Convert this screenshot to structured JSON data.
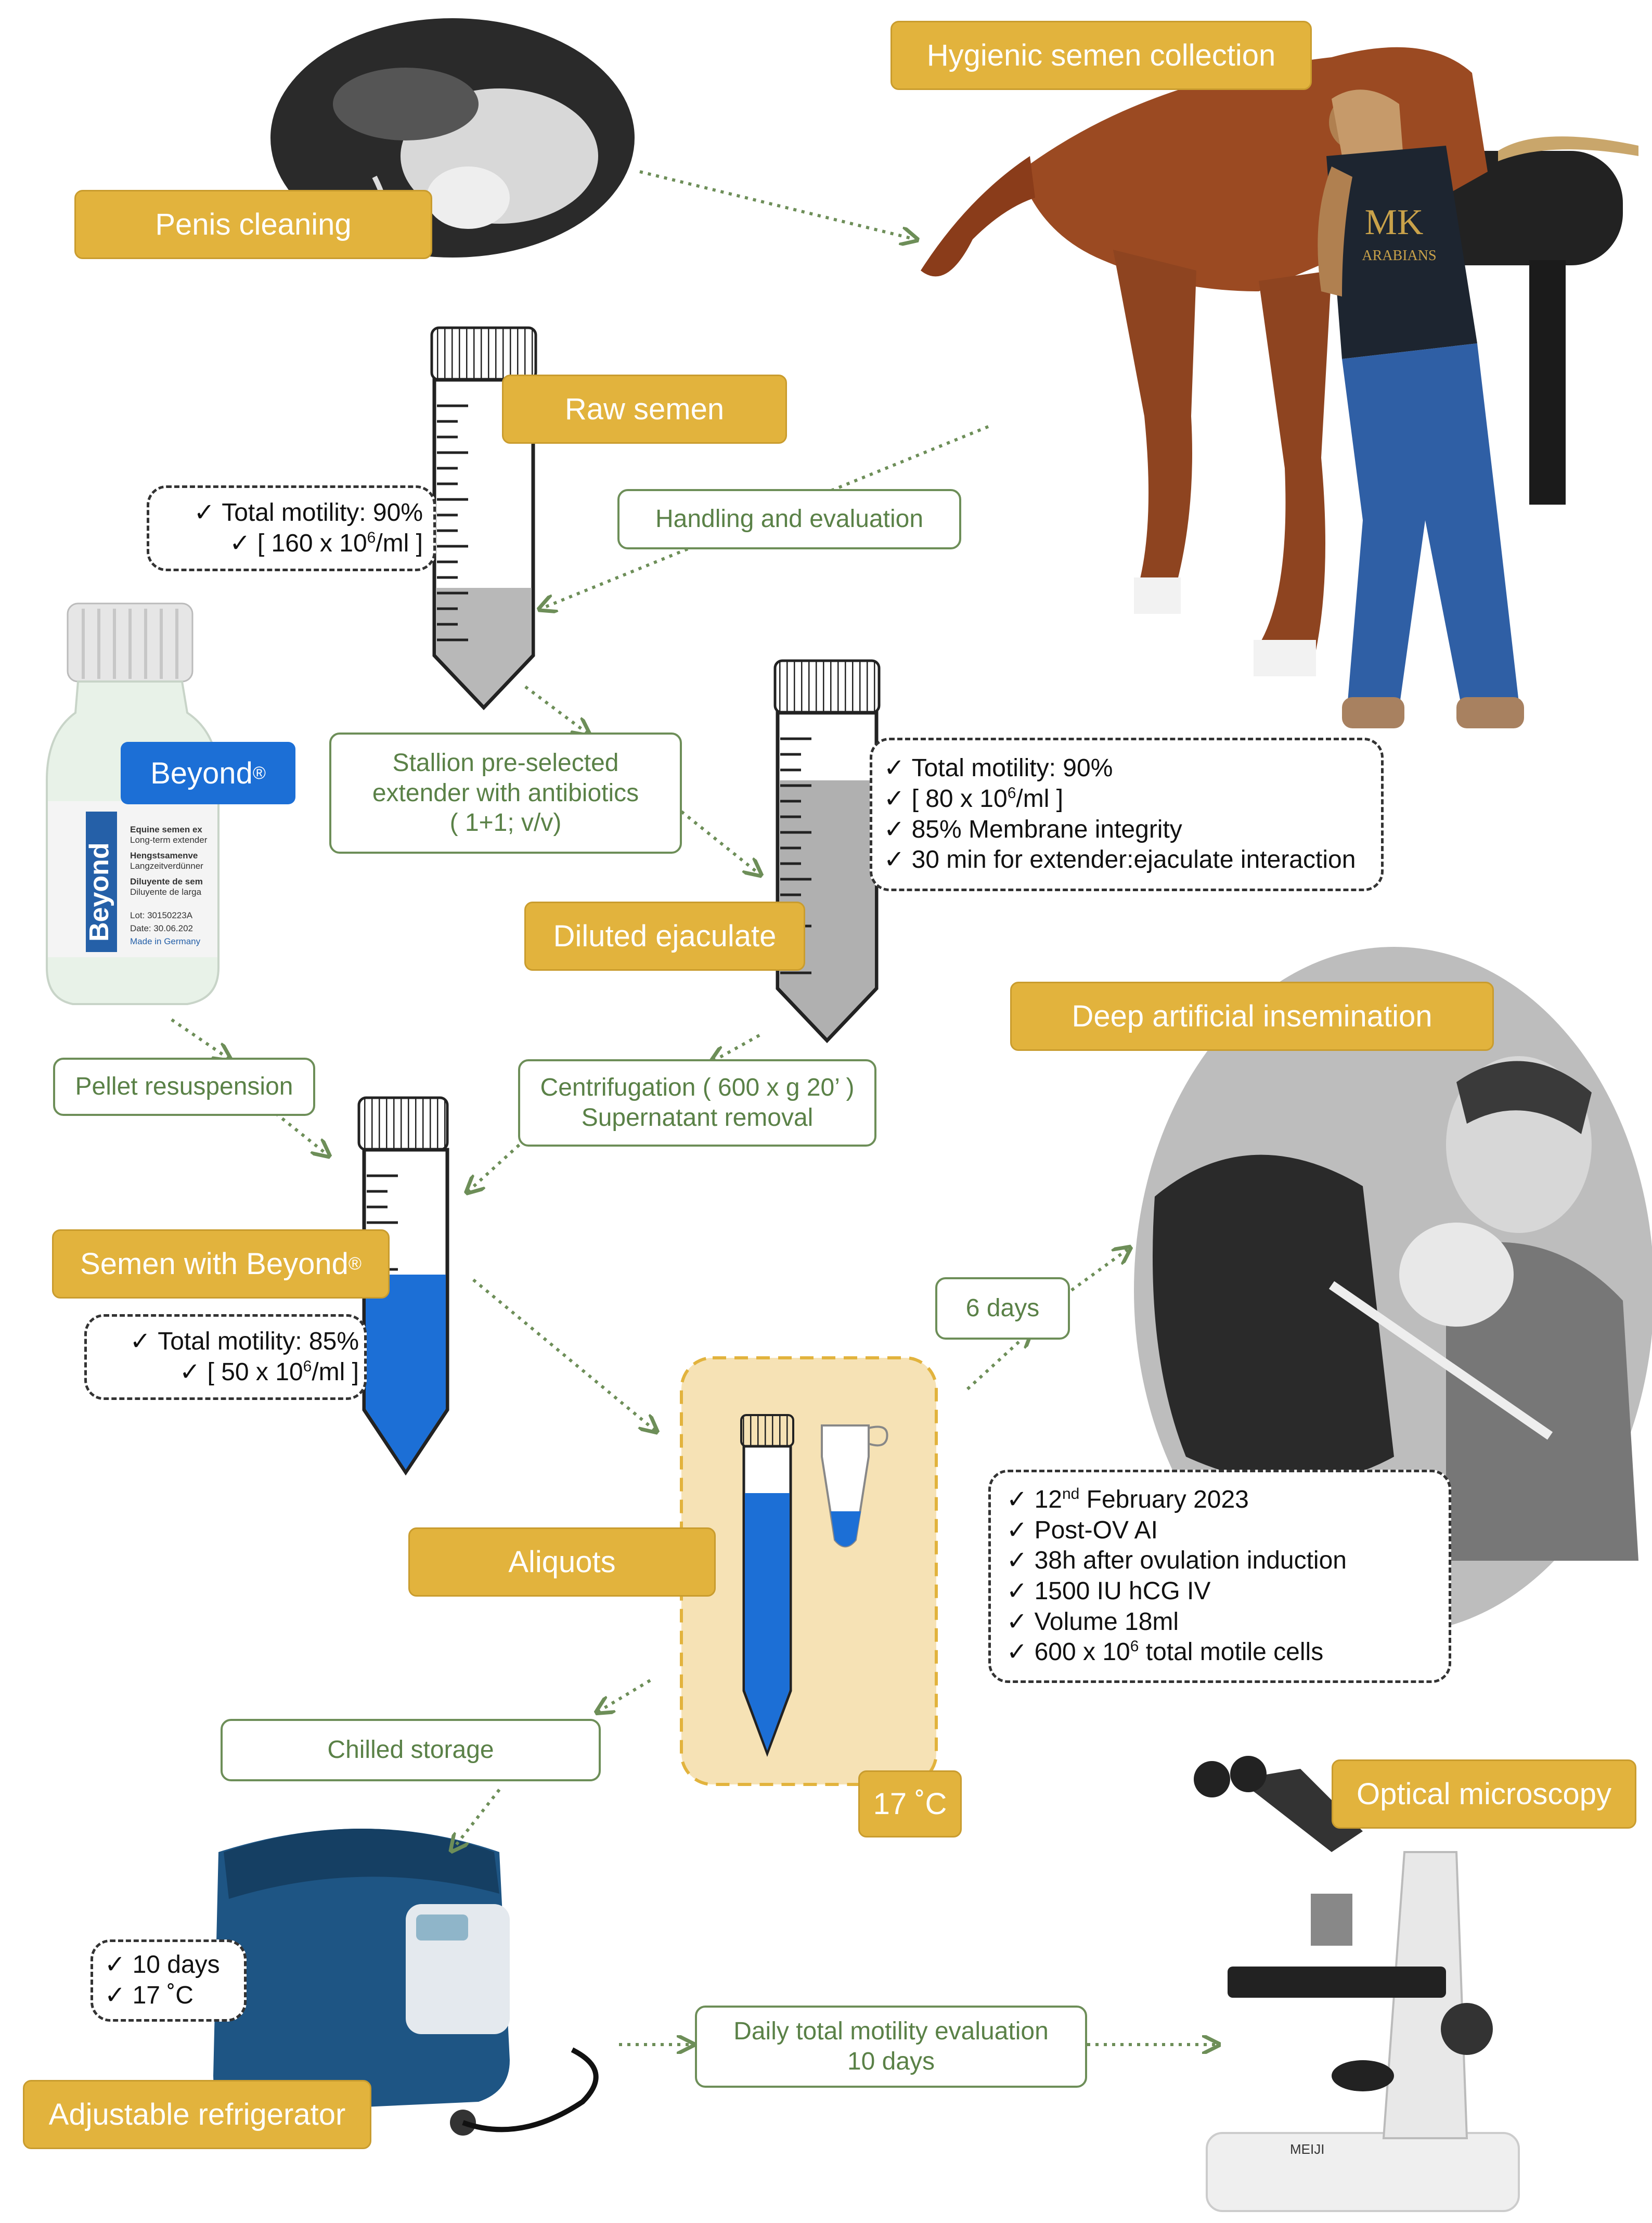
{
  "labels": {
    "penis_cleaning": "Penis cleaning",
    "hygienic_collection": "Hygienic semen collection",
    "raw_semen": "Raw semen",
    "diluted_ejaculate": "Diluted ejaculate",
    "beyond": "Beyond",
    "semen_with_beyond": "Semen with Beyond",
    "deep_ai": "Deep artificial insemination",
    "aliquots": "Aliquots",
    "temp_17": "17 ˚C",
    "optical_microscopy": "Optical microscopy",
    "adjustable_refrigerator": "Adjustable refrigerator",
    "registered": "®"
  },
  "steps": {
    "handling": "Handling and evaluation",
    "extender_line1": "Stallion pre-selected",
    "extender_line2": "extender with antibiotics",
    "extender_line3": "( 1+1; v/v)",
    "pellet": "Pellet resuspension",
    "centrifugation_line1": "Centrifugation ( 600 x g 20’ )",
    "centrifugation_line2": "Supernatant removal",
    "six_days": "6 days",
    "chilled": "Chilled storage",
    "daily_line1": "Daily total motility evaluation",
    "daily_line2": "10 days"
  },
  "raw_semen_stats": {
    "motility": "Total motility: 90%",
    "conc_prefix": "[ 160 x 10",
    "conc_exp": "6",
    "conc_suffix": "/ml ]"
  },
  "diluted_stats": {
    "motility": "Total motility: 90%",
    "conc_prefix": "[ 80 x 10",
    "conc_exp": "6",
    "conc_suffix": "/ml ]",
    "membrane": "85% Membrane integrity",
    "interaction": "30 min for extender:ejaculate interaction"
  },
  "beyond_stats": {
    "motility": "Total motility: 85%",
    "conc_prefix": "[ 50 x 10",
    "conc_exp": "6",
    "conc_suffix": "/ml ]"
  },
  "ai_details": {
    "date_day": "12",
    "date_sup": "nd",
    "date_rest": " February 2023",
    "post_ov": "Post-OV AI",
    "timing": "38h after ovulation induction",
    "hcg": "1500 IU hCG IV",
    "volume": "Volume 18ml",
    "cells_prefix": "600 x 10",
    "cells_exp": "6",
    "cells_suffix": " total motile cells"
  },
  "fridge_stats": {
    "days": "10 days",
    "temp": "17 ˚C"
  },
  "bottle_text": {
    "brand": "Beyond",
    "lines": [
      "Equine semen ex",
      "Long-term extender",
      "Hengstsamenve",
      "Langzeitverdünner",
      "Diluyente de sem",
      "Diluyente de larga",
      "Lot: 30150223A",
      "Date: 30.06.202",
      "Made in Germany"
    ]
  },
  "shirt_text": {
    "logo": "MK",
    "brand": "ARABIANS"
  },
  "microscope_text": {
    "brand": "MEIJI"
  },
  "colors": {
    "gold": "#e2b33d",
    "green": "#6d8e58",
    "blue": "#1c6fd6",
    "aliquot_bg": "#f6e2b5"
  }
}
